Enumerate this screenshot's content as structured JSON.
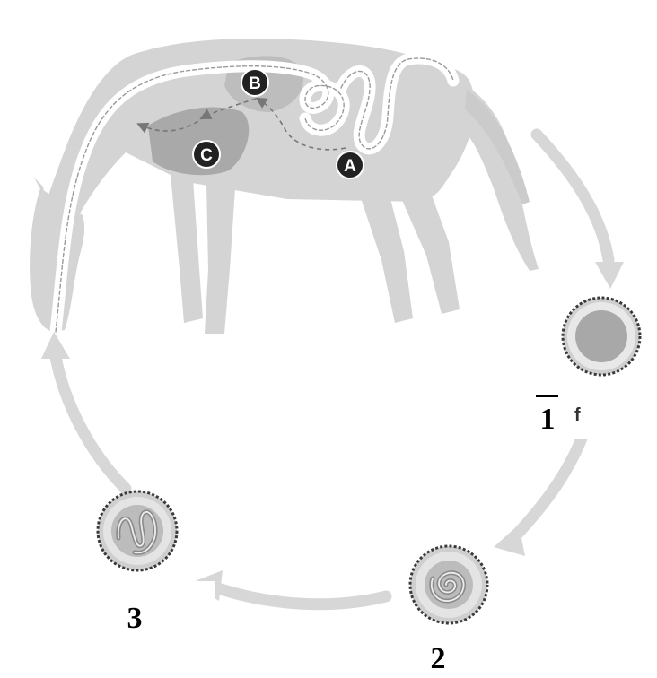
{
  "markers": {
    "a": "A",
    "b": "B",
    "c": "C"
  },
  "stages": {
    "stage_1": "1",
    "stage_1_mark": "f",
    "stage_2": "2",
    "stage_3": "3"
  },
  "colors": {
    "horse": "#d4d4d4",
    "organ_dark": "#a9a9a9",
    "organ_mid": "#bdbdbd",
    "cycle_arrow": "#d7d7d7",
    "marker_fill": "#222222",
    "migration_path": "#777777"
  }
}
